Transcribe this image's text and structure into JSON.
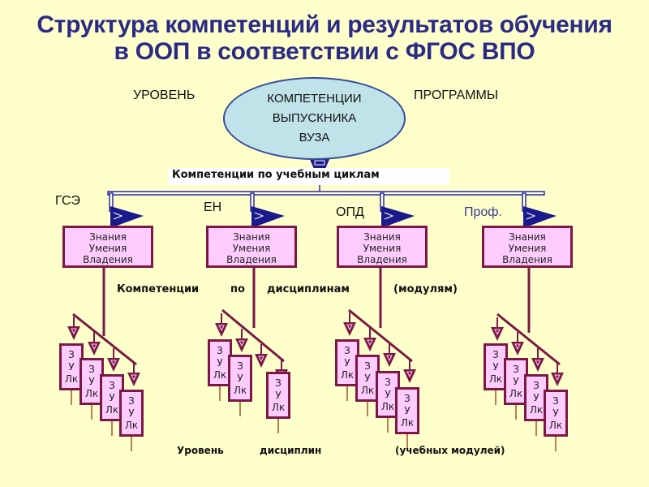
{
  "title": {
    "line1": "Структура компетенций и результатов обучения",
    "line2": "в ООП в соответствии с ФГОС ВПО"
  },
  "top": {
    "left_label": "УРОВЕНЬ",
    "right_label": "ПРОГРАММЫ",
    "ellipse": [
      "КОМПЕТЕНЦИИ",
      "ВЫПУСКНИКА",
      "ВУЗА"
    ],
    "cycles_label": "Компетенции по  учебным  циклам"
  },
  "cycles": [
    {
      "label": "ГСЭ",
      "box": [
        "Знания",
        "Умения",
        "Владения"
      ]
    },
    {
      "label": "ЕН",
      "box": [
        "Знания",
        "Умения",
        "Владения"
      ]
    },
    {
      "label": "ОПД",
      "box": [
        "Знания",
        "Умения",
        "Владения"
      ]
    },
    {
      "label": "Проф.",
      "box": [
        "Знания",
        "Умения",
        "Владения"
      ]
    }
  ],
  "disciplines_label": {
    "w1": "Компетенции",
    "w2": "по",
    "w3": "дисциплинам",
    "w4": "(модулям)"
  },
  "card": [
    "З",
    "У",
    "Лк"
  ],
  "bottom_label": {
    "w1": "Уровень",
    "w2": "дисциплин",
    "w3": "(учебных модулей)"
  },
  "colors": {
    "background": "#ffffcc",
    "title": "#2b2b86",
    "box_fill": "#ffccff",
    "box_border": "#7a1a44",
    "ellipse_fill": "#bfe3e8",
    "connector_blue": "#1a1a8c"
  }
}
